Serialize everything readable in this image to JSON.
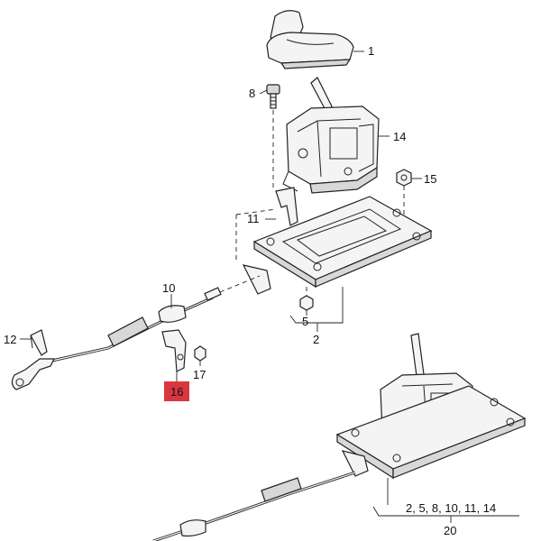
{
  "callouts": {
    "c1": "1",
    "c8": "8",
    "c14": "14",
    "c15": "15",
    "c11": "11",
    "c10": "10",
    "c5": "5",
    "c2": "2",
    "c12": "12",
    "c17": "17",
    "c16": "16",
    "c_kit_parts": "2, 5, 8, 10, 11, 14",
    "c20": "20"
  },
  "colors": {
    "highlight": "#d9373f",
    "line": "#222222"
  }
}
